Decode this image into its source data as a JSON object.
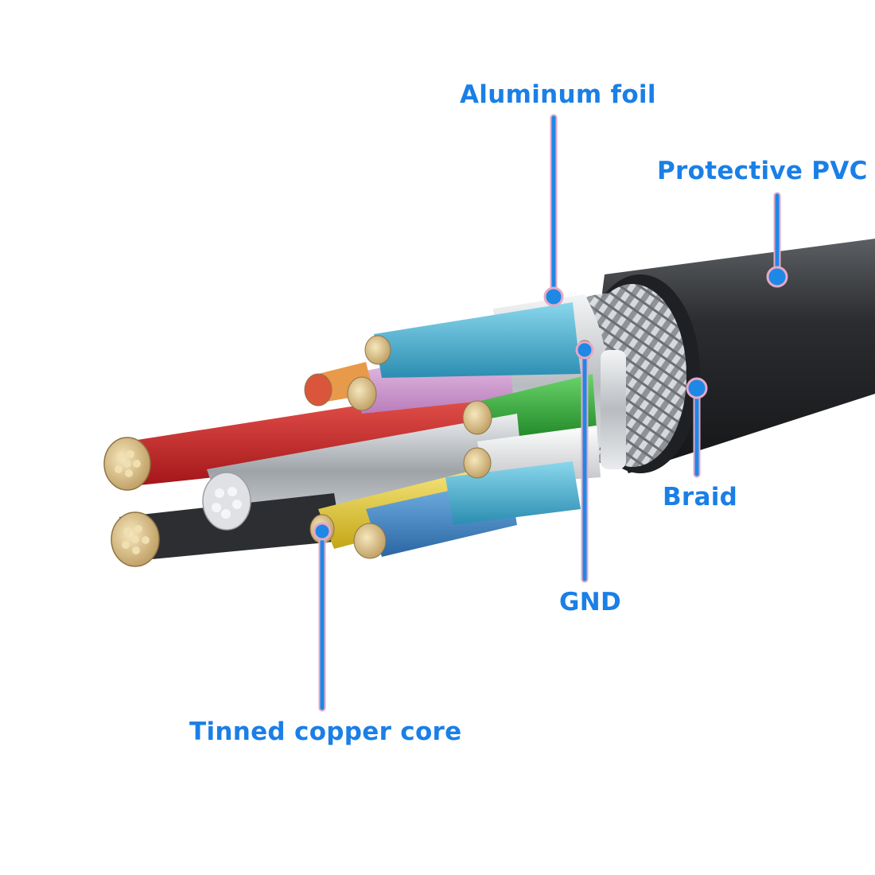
{
  "labels": {
    "aluminum_foil": "Aluminum foil",
    "protective_pvc": "Protective PVC",
    "braid": "Braid",
    "gnd": "GND",
    "tinned_copper_core": "Tinned copper core"
  },
  "colors": {
    "label_text": "#1a7fe6",
    "leader_line": "#1e88e5",
    "leader_line_halo": "#e5a9c6",
    "dot_fill": "#1e88e5",
    "jacket": "#2b2d30",
    "braid": "#b9bcc0",
    "foil": "#d9dcdf",
    "copper_strand": "#e2c98f",
    "wire_red": "#c8282a",
    "wire_pink": "#d8a6d8",
    "wire_green": "#2fab35",
    "wire_blue": "#3f88c6",
    "wire_cyan": "#4bb3d2",
    "wire_white": "#eaeaea",
    "wire_yellow": "#e6cf3a",
    "wire_orange": "#e79a4a"
  }
}
